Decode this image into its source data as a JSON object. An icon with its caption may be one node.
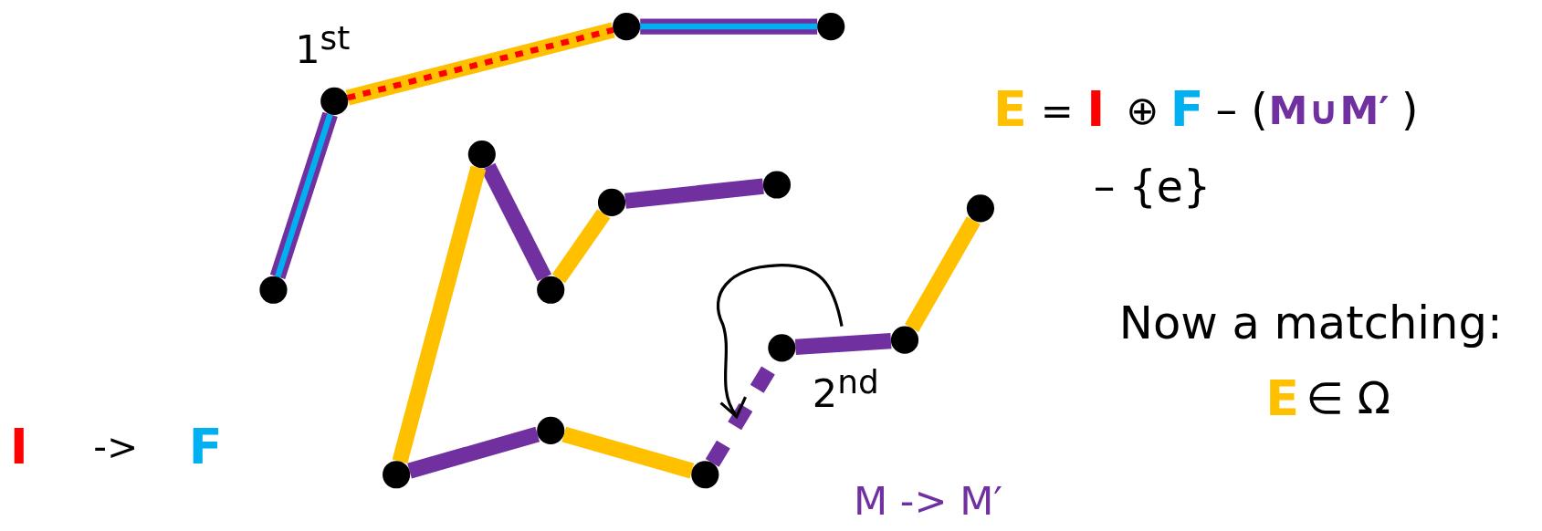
{
  "diagram": {
    "nodes": [
      {
        "text": [],
        "shape": "circle"
      },
      {
        "text": [],
        "shape": "circle"
      },
      {
        "text": [],
        "shape": "circle"
      },
      {
        "text": [],
        "shape": "circle"
      },
      {
        "text": [],
        "shape": "circle"
      },
      {
        "text": [],
        "shape": "circle"
      },
      {
        "text": [],
        "shape": "circle"
      },
      {
        "text": [],
        "shape": "circle"
      },
      {
        "text": [],
        "shape": "circle"
      },
      {
        "text": [],
        "shape": "circle"
      },
      {
        "text": [],
        "shape": "circle"
      },
      {
        "text": [],
        "shape": "circle"
      },
      {
        "text": [],
        "shape": "circle"
      },
      {
        "text": [],
        "shape": "circle"
      }
    ],
    "edges": [
      {
        "from": 0,
        "to": 1,
        "arrow": "none",
        "color": "#7030a0"
      },
      {
        "from": 1,
        "to": 2,
        "arrow": "none",
        "color": "#ffc000"
      },
      {
        "from": 2,
        "to": 3,
        "arrow": "none",
        "color": "#7030a0"
      },
      {
        "from": 4,
        "to": 5,
        "arrow": "none",
        "color": "#7030a0"
      },
      {
        "from": 5,
        "to": 6,
        "arrow": "none",
        "color": "#ffc000"
      },
      {
        "from": 6,
        "to": 7,
        "arrow": "none",
        "color": "#7030a0"
      },
      {
        "from": 4,
        "to": 8,
        "arrow": "none",
        "color": "#ffc000"
      },
      {
        "from": 8,
        "to": 9,
        "arrow": "none",
        "color": "#7030a0"
      },
      {
        "from": 9,
        "to": 10,
        "arrow": "none",
        "color": "#ffc000"
      },
      {
        "from": 10,
        "to": 11,
        "arrow": "none",
        "color": "#7030a0",
        "style": "dashed"
      },
      {
        "from": 11,
        "to": 12,
        "arrow": "none",
        "color": "#7030a0"
      },
      {
        "from": 12,
        "to": 13,
        "arrow": "none",
        "color": "#ffc000"
      }
    ],
    "labels": [
      "1$^{st}$",
      "E",
      "=",
      "I",
      "⊕",
      "F",
      "– (",
      "M∪M′",
      ")",
      "– {e}",
      "Now a matching:",
      "E",
      "∈ Ω",
      "I",
      "->",
      "F",
      "2$^{nd}$",
      "M -> M′"
    ]
  }
}
